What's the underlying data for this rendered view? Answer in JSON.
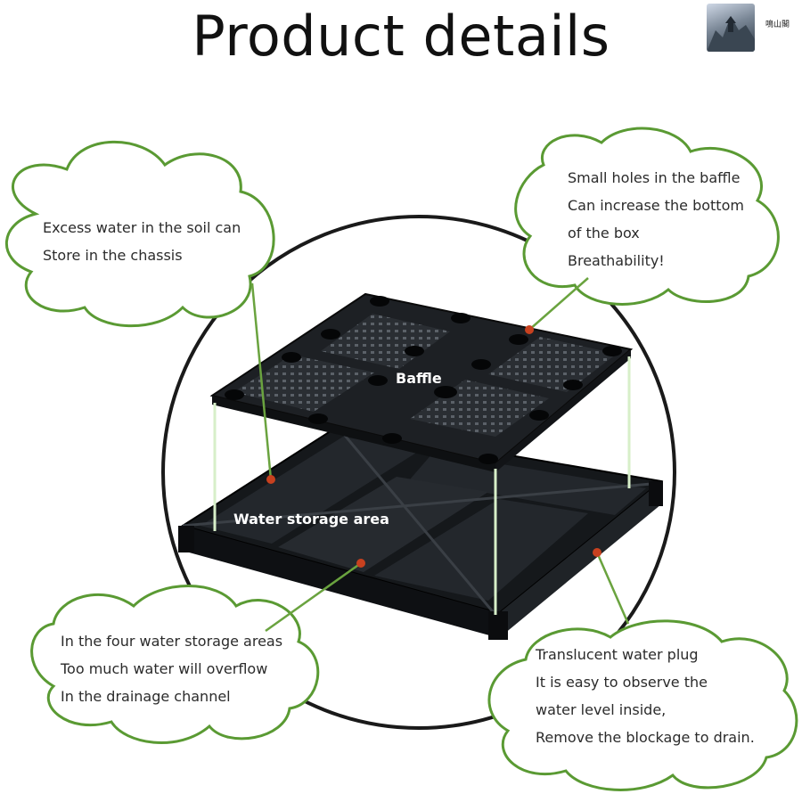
{
  "header": {
    "title": "Product details"
  },
  "watermark": {
    "shop_name": "鳴山閣"
  },
  "parts": {
    "baffle": "Baffle",
    "water_storage": "Water storage area"
  },
  "callouts": {
    "top_left": [
      "Excess water in the soil can",
      "Store in the chassis"
    ],
    "top_right": [
      "Small holes in the baffle",
      "Can increase the bottom",
      "of the box",
      "Breathability!"
    ],
    "bottom_left": [
      "In the four water storage areas",
      "Too much water will overflow",
      "In the drainage channel"
    ],
    "bottom_right": [
      "Translucent water plug",
      "It is easy to observe the",
      "water level inside,",
      "Remove the blockage to drain."
    ]
  },
  "colors": {
    "cloud_outline": "#5a9a33",
    "leader_line": "#6aa33f",
    "pointer_dot": "#c8411f",
    "product": "#1b1e22"
  }
}
